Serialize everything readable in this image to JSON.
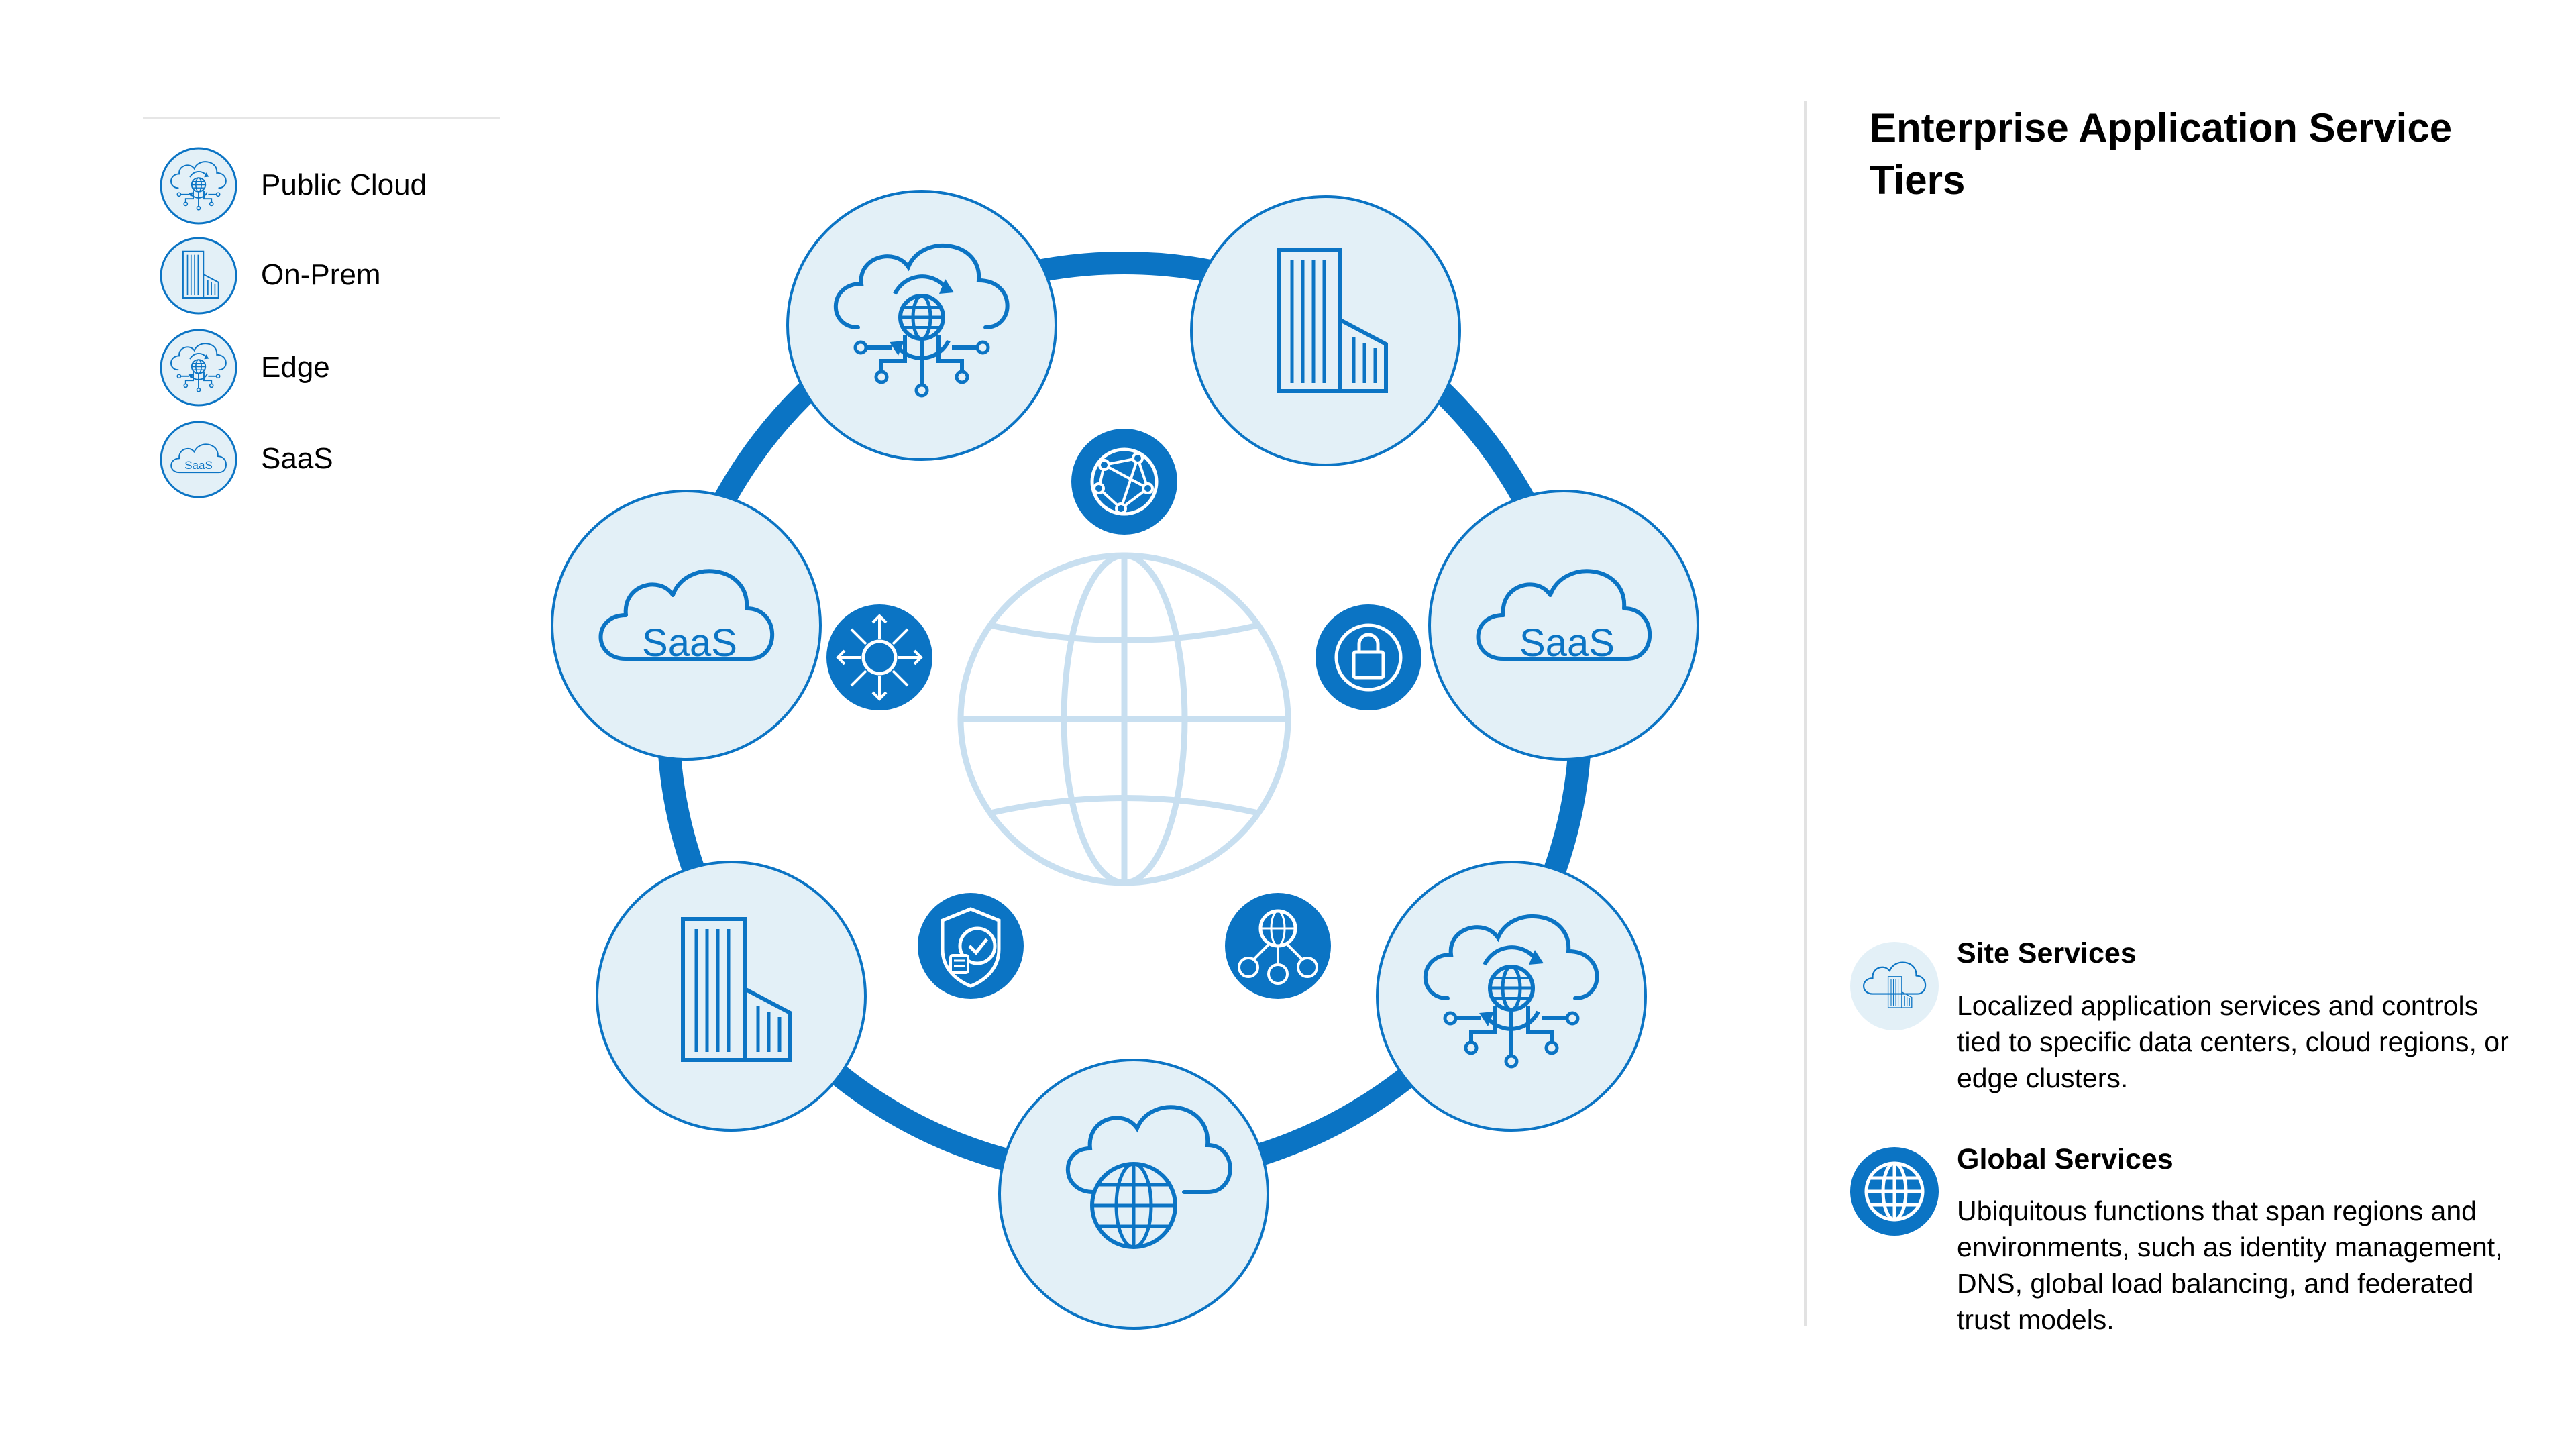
{
  "title": "Enterprise Application Service Tiers",
  "legend": [
    {
      "label": "Public Cloud",
      "icon": "cloud-globe-icon"
    },
    {
      "label": "On-Prem",
      "icon": "building-icon"
    },
    {
      "label": "Edge",
      "icon": "edge-cloud-icon"
    },
    {
      "label": "SaaS",
      "icon": "saas-cloud-icon"
    }
  ],
  "ring_nodes": [
    {
      "icon": "edge-cloud-icon"
    },
    {
      "icon": "building-icon"
    },
    {
      "icon": "saas-cloud-icon",
      "text": "SaaS"
    },
    {
      "icon": "edge-cloud-icon"
    },
    {
      "icon": "cloud-globe-icon"
    },
    {
      "icon": "building-icon"
    },
    {
      "icon": "saas-cloud-icon",
      "text": "SaaS"
    }
  ],
  "global_services_icons": [
    "network-globe-icon",
    "lock-icon",
    "distribution-icon",
    "shield-check-icon",
    "load-balancer-icon"
  ],
  "center_icon": "globe-icon",
  "key": {
    "site_services": {
      "heading": "Site Services",
      "description": "Localized application services and controls tied to specific data centers, cloud regions, or edge clusters.",
      "icon": "site-services-icon"
    },
    "global_services": {
      "heading": "Global Services",
      "description": "Ubiquitous functions that span regions and environments, such as identity management, DNS, global load balancing, and federated trust models.",
      "icon": "global-services-icon"
    }
  },
  "colors": {
    "primary_blue": "#0b74c4",
    "light_fill": "#e3f0f7",
    "globe_light": "#c8dff0"
  }
}
